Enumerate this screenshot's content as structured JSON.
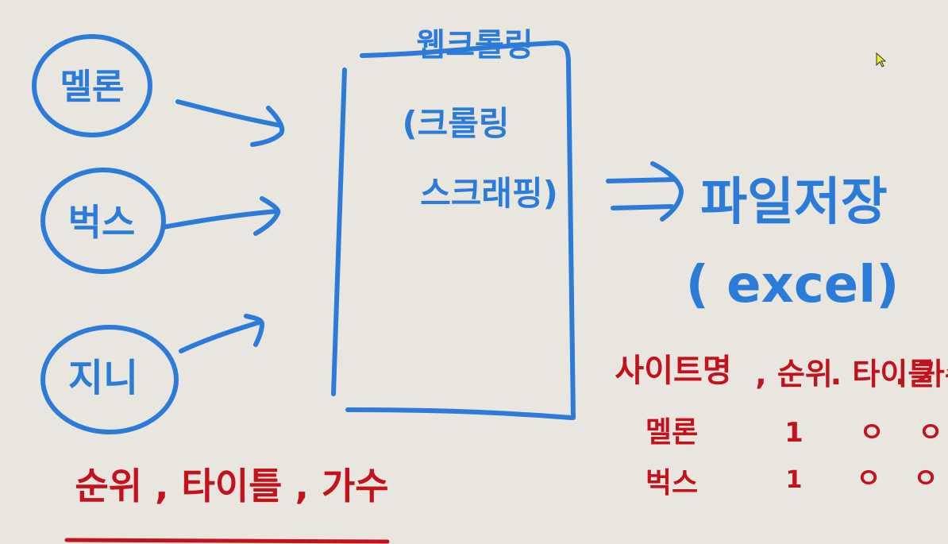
{
  "sources": [
    {
      "label": "멜론"
    },
    {
      "label": "벅스"
    },
    {
      "label": "지니"
    }
  ],
  "box": {
    "title": "웹크롤링",
    "line1": "(크롤링",
    "line2": "스크래핑)"
  },
  "output": {
    "line1": "파일저장",
    "line2": "( excel)"
  },
  "fields_note": "순위 , 타이틀 , 가수",
  "table": {
    "headers": [
      "사이트명",
      ", 순위",
      ". 타이틀",
      ". 가수"
    ],
    "rows": [
      [
        "멜론",
        "1",
        "ㅇ",
        "ㅇ"
      ],
      [
        "벅스",
        "1",
        "ㅇ",
        "ㅇ"
      ]
    ]
  },
  "colors": {
    "ink_blue": "#2b7bd9",
    "ink_red": "#c4121c",
    "background": "#e9e5df"
  }
}
